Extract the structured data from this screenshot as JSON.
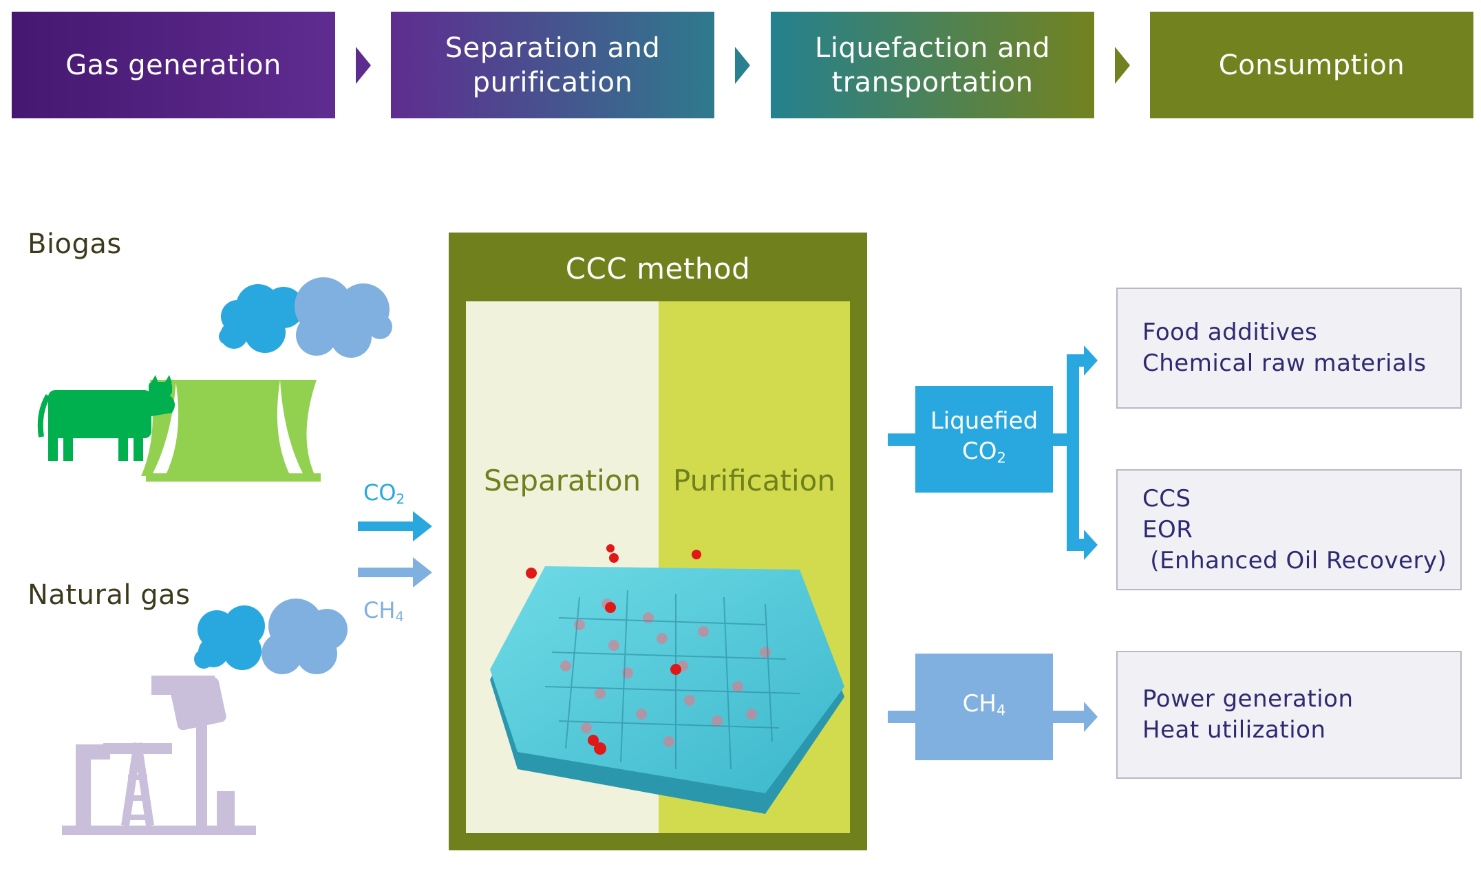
{
  "process_steps": [
    {
      "label": "Gas generation"
    },
    {
      "label": "Separation and\npurification"
    },
    {
      "label": "Liquefaction and\ntransportation"
    },
    {
      "label": "Consumption"
    }
  ],
  "sources": {
    "biogas": "Biogas",
    "natural_gas": "Natural gas"
  },
  "gases": {
    "co2_main": "CO",
    "co2_sub": "2",
    "ch4_main": "CH",
    "ch4_sub": "4"
  },
  "ccc": {
    "title": "CCC method",
    "separation": "Separation",
    "purification": "Purification"
  },
  "products": {
    "liquefied_line1": "Liquefied",
    "liquefied_co2_main": "CO",
    "liquefied_co2_sub": "2",
    "ch4_main": "CH",
    "ch4_sub": "4"
  },
  "uses": {
    "food": [
      "Food additives",
      "Chemical raw materials"
    ],
    "ccs": [
      "CCS",
      "EOR",
      " (Enhanced Oil Recovery)"
    ],
    "power": [
      "Power generation",
      "Heat utilization"
    ]
  },
  "colors": {
    "purple": "#4a1a73",
    "teal": "#2a7d8c",
    "olive": "#72821e",
    "ccc_frame": "#6f801c",
    "separation_bg": "#f0f2dc",
    "purification_bg": "#d2db4e",
    "co2_blue": "#29a8e0",
    "ch4_blue": "#7fb0e0",
    "cow_green": "#00b04f",
    "tower_green": "#92d050",
    "pump_lilac": "#c9bfdb"
  }
}
